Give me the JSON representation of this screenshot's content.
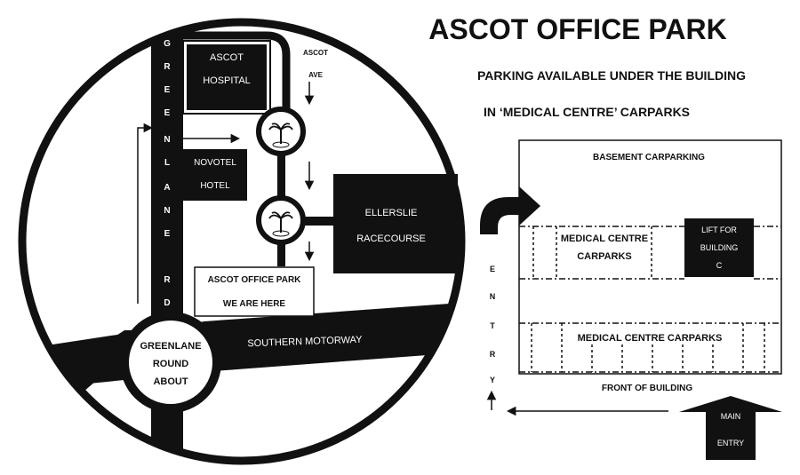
{
  "title": "ASCOT OFFICE PARK",
  "subtitle_line1": "PARKING AVAILABLE UNDER THE BUILDING",
  "subtitle_line2": "IN ‘MEDICAL CENTRE’ CARPARKS",
  "locator_map": {
    "greenlane_rd_letters": [
      "G",
      "R",
      "E",
      "E",
      "N",
      "L",
      "A",
      "N",
      "E",
      "R",
      "D"
    ],
    "ascot_hospital": [
      "ASCOT",
      "HOSPITAL"
    ],
    "ascot_ave": [
      "ASCOT",
      "AVE"
    ],
    "novotel_hotel": [
      "NOVOTEL",
      "HOTEL"
    ],
    "ellerslie_racecourse": [
      "ELLERSLIE",
      "RACECOURSE"
    ],
    "ascot_office_park": [
      "ASCOT OFFICE PARK",
      "WE ARE HERE"
    ],
    "southern_motorway": "SOUTHERN MOTORWAY",
    "greenlane_roundabout": [
      "GREENLANE",
      "ROUND",
      "ABOUT"
    ]
  },
  "parking_plan": {
    "basement": "BASEMENT CARPARKING",
    "medical_centre_upper": [
      "MEDICAL CENTRE",
      "CARPARKS"
    ],
    "lift": [
      "LIFT FOR",
      "BUILDING",
      "C"
    ],
    "medical_centre_lower": "MEDICAL CENTRE CARPARKS",
    "front": "FRONT OF BUILDING",
    "entry_letters": [
      "E",
      "N",
      "T",
      "R",
      "Y"
    ],
    "main_entry": [
      "MAIN",
      "ENTRY"
    ]
  },
  "colors": {
    "ink": "#111111",
    "paper": "#ffffff"
  }
}
